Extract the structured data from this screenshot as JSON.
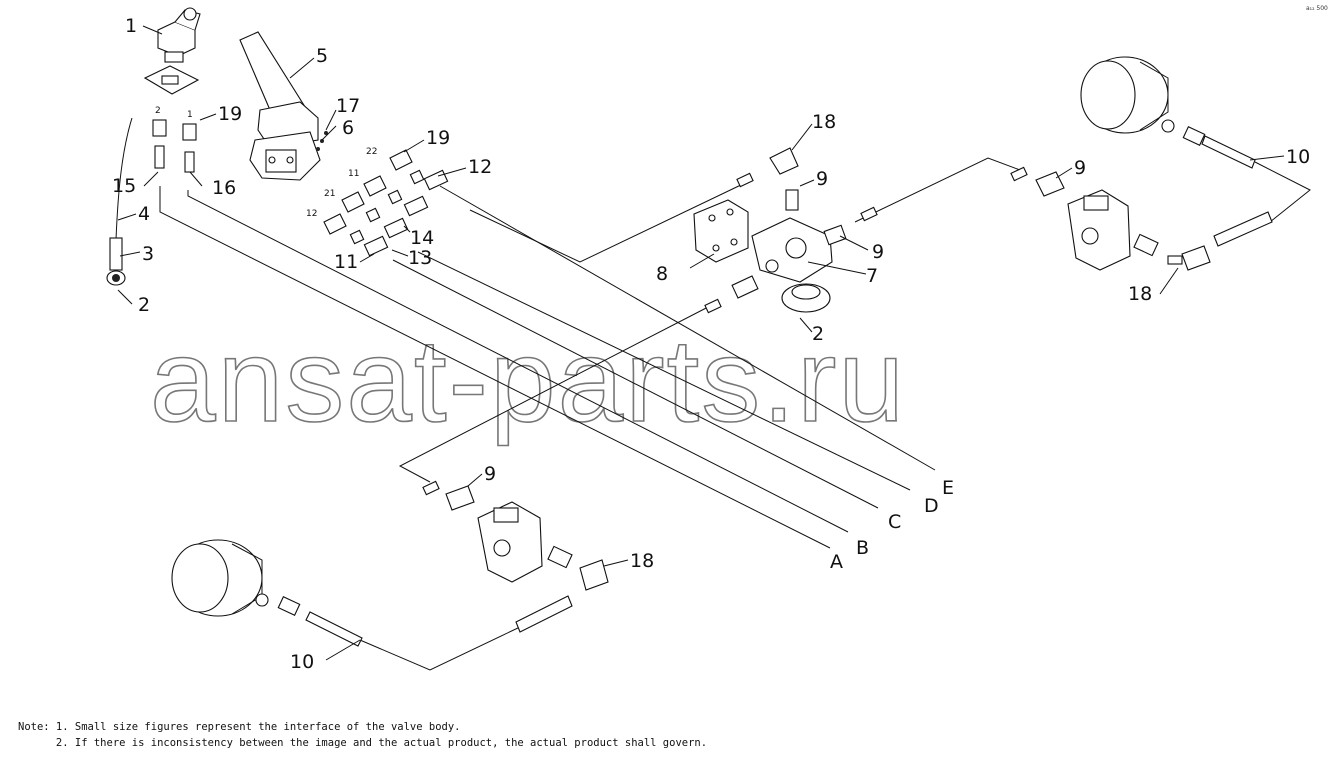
{
  "diagram_code": "a₁₂ 500",
  "watermark": "ansat-parts.ru",
  "part_labels": {
    "p1": "1",
    "p2a": "2",
    "p2b": "2",
    "p3": "3",
    "p4": "4",
    "p5": "5",
    "p6": "6",
    "p7": "7",
    "p8": "8",
    "p9a": "9",
    "p9b": "9",
    "p9c": "9",
    "p9d": "9",
    "p10a": "10",
    "p10b": "10",
    "p11": "11",
    "p12": "12",
    "p13": "13",
    "p14": "14",
    "p15": "15",
    "p16": "16",
    "p17": "17",
    "p18a": "18",
    "p18b": "18",
    "p18c": "18",
    "p19a": "19",
    "p19b": "19"
  },
  "port_labels": {
    "q2": "2",
    "q1": "1",
    "q22": "22",
    "q11": "11",
    "q21": "21",
    "q12": "12"
  },
  "line_labels": {
    "A": "A",
    "B": "B",
    "C": "C",
    "D": "D",
    "E": "E"
  },
  "notes": {
    "line1": "Note: 1. Small size figures represent the interface of the valve body.",
    "line2": "      2. If there is inconsistency between the image and the actual product, the actual product shall govern."
  }
}
